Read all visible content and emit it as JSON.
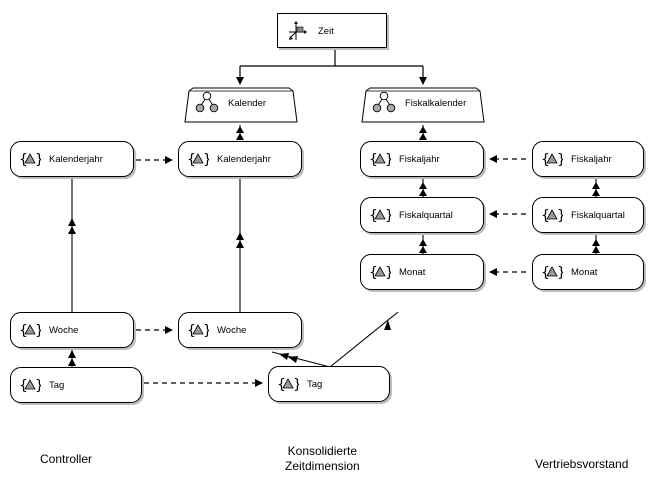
{
  "root": {
    "label": "Zeit",
    "icon": "dimension-icon"
  },
  "hierarchies": {
    "kalender": {
      "label": "Kalender",
      "icon": "hierarchy-icon"
    },
    "fiskalkalender": {
      "label": "Fiskalkalender",
      "icon": "hierarchy-icon"
    }
  },
  "controller": {
    "kalenderjahr": "Kalenderjahr",
    "woche": "Woche",
    "tag": "Tag"
  },
  "konsolidiert": {
    "kalenderjahr": "Kalenderjahr",
    "woche": "Woche",
    "tag": "Tag",
    "fiskaljahr": "Fiskaljahr",
    "fiskalquartal": "Fiskalquartal",
    "monat": "Monat"
  },
  "vertrieb": {
    "fiskaljahr": "Fiskaljahr",
    "fiskalquartal": "Fiskalquartal",
    "monat": "Monat"
  },
  "captions": {
    "controller": "Controller",
    "konsolidiert_line1": "Konsolidierte",
    "konsolidiert_line2": "Zeitdimension",
    "vertrieb": "Vertriebsvorstand"
  },
  "level_icon": "level-icon"
}
